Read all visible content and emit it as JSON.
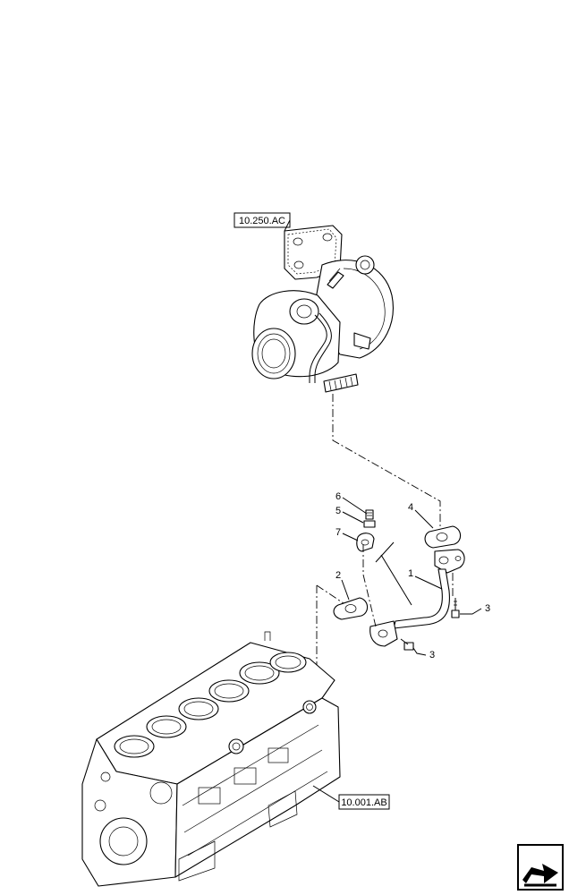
{
  "references": {
    "turbo": "10.250.AC",
    "block": "10.001.AB"
  },
  "callouts": [
    "1",
    "2",
    "3",
    "3",
    "4",
    "5",
    "6",
    "7"
  ],
  "icons": {
    "nav": "next-page-arrow-icon"
  }
}
